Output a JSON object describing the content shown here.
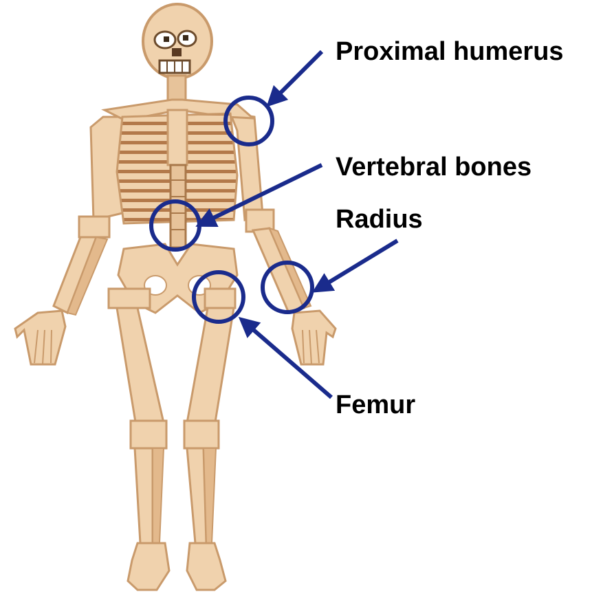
{
  "colors": {
    "annotation": "#1a2b8c",
    "bone": "#f0d2ad",
    "bone_shadow": "#c99a6b",
    "bone_dark": "#8a5a33",
    "background": "#ffffff"
  },
  "labels": {
    "proximal_humerus": "Proximal humerus",
    "vertebral_bones": "Vertebral bones",
    "radius": "Radius",
    "femur": "Femur"
  },
  "markers": [
    "proximal-humerus",
    "vertebral-bones",
    "radius",
    "femur"
  ]
}
